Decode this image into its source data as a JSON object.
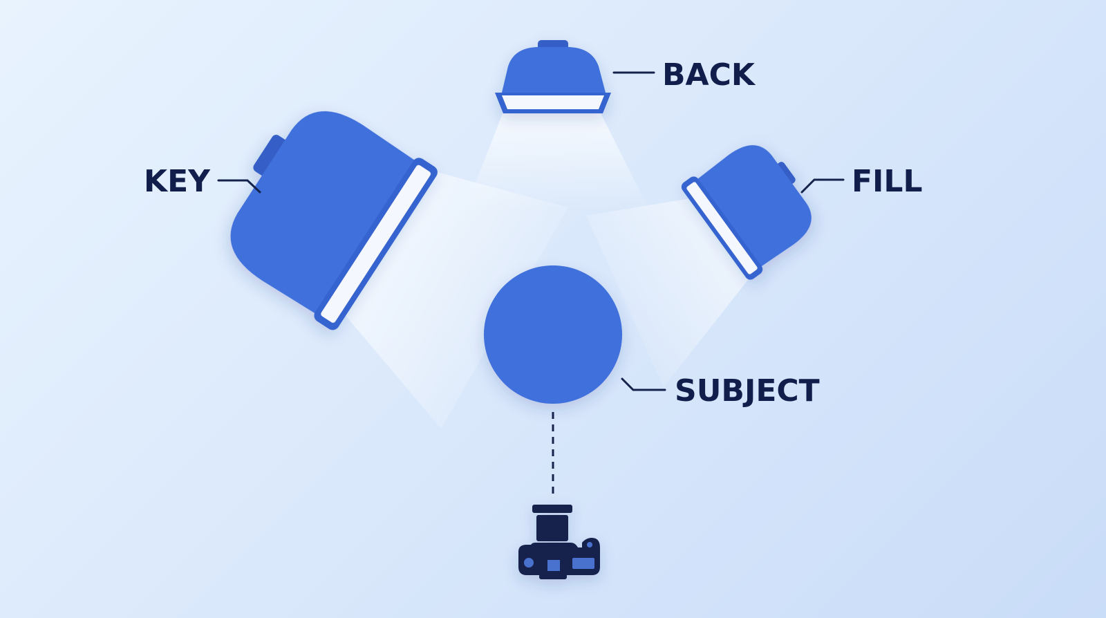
{
  "colors": {
    "light_body": "#3f6fdb",
    "light_body_dark": "#345fc6",
    "light_face": "#f4f7fd",
    "label_text": "#111d4a",
    "camera": "#14224c",
    "camera_detail": "#4a72cf",
    "subject": "#3f6fdb"
  },
  "labels": {
    "back": "BACK",
    "key": "KEY",
    "fill": "FILL",
    "subject": "SUBJECT"
  },
  "icons": {
    "back_light": "softbox-light-icon",
    "key_light": "softbox-light-icon",
    "fill_light": "softbox-light-icon",
    "camera": "camera-icon"
  }
}
